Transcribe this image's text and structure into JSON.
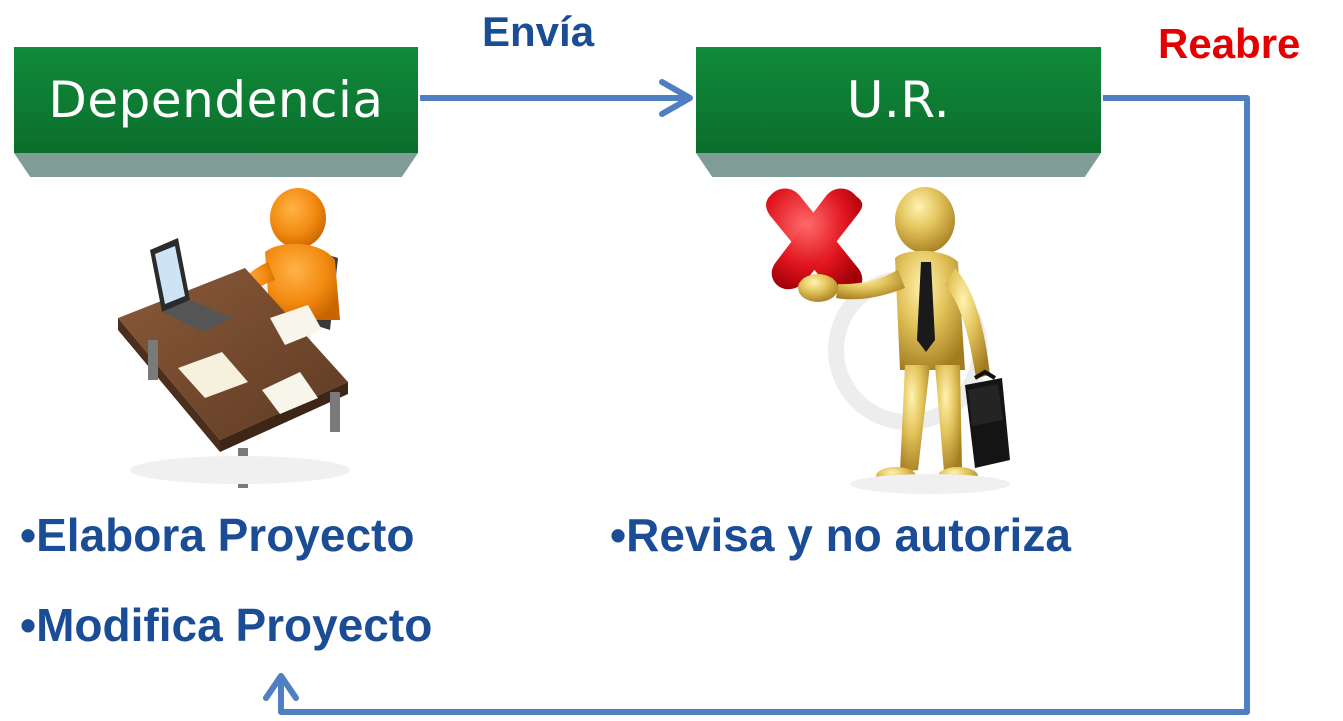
{
  "boxes": {
    "dependencia": "Dependencia",
    "ur": "U.R."
  },
  "flow": {
    "envia": "Envía",
    "reabre": "Reabre"
  },
  "bullets": {
    "elabora": "•Elabora Proyecto",
    "modifica": "•Modifica Proyecto",
    "revisa": "•Revisa y no autoriza"
  },
  "colors": {
    "box_green": "#0e7a32",
    "box_shadow": "#7f9c96",
    "text_blue": "#1b4c96",
    "text_red": "#e40000",
    "arrow_blue": "#4f7fc0"
  },
  "illustrations": {
    "left": "person-at-desk-with-laptop",
    "right": "gold-person-rejecting-with-red-x"
  }
}
